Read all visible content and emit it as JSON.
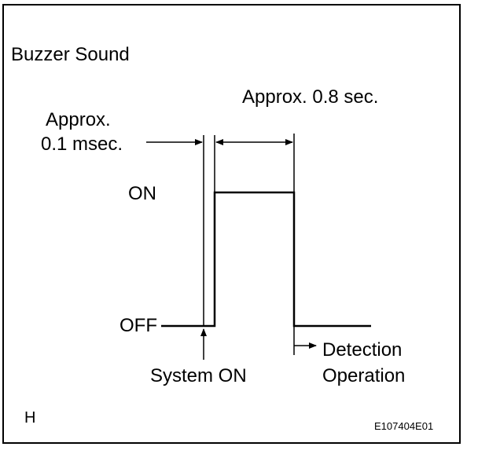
{
  "diagram": {
    "title": "Buzzer Sound",
    "on_label": "ON",
    "off_label": "OFF",
    "short_interval_label": [
      "Approx.",
      "0.1 msec."
    ],
    "long_interval_label": "Approx. 0.8 sec.",
    "system_on_label": "System ON",
    "detection_label": [
      "Detection",
      "Operation"
    ],
    "corner_letter": "H",
    "figure_code": "E107404E01"
  },
  "colors": {
    "line": "#000000",
    "background": "#ffffff"
  }
}
